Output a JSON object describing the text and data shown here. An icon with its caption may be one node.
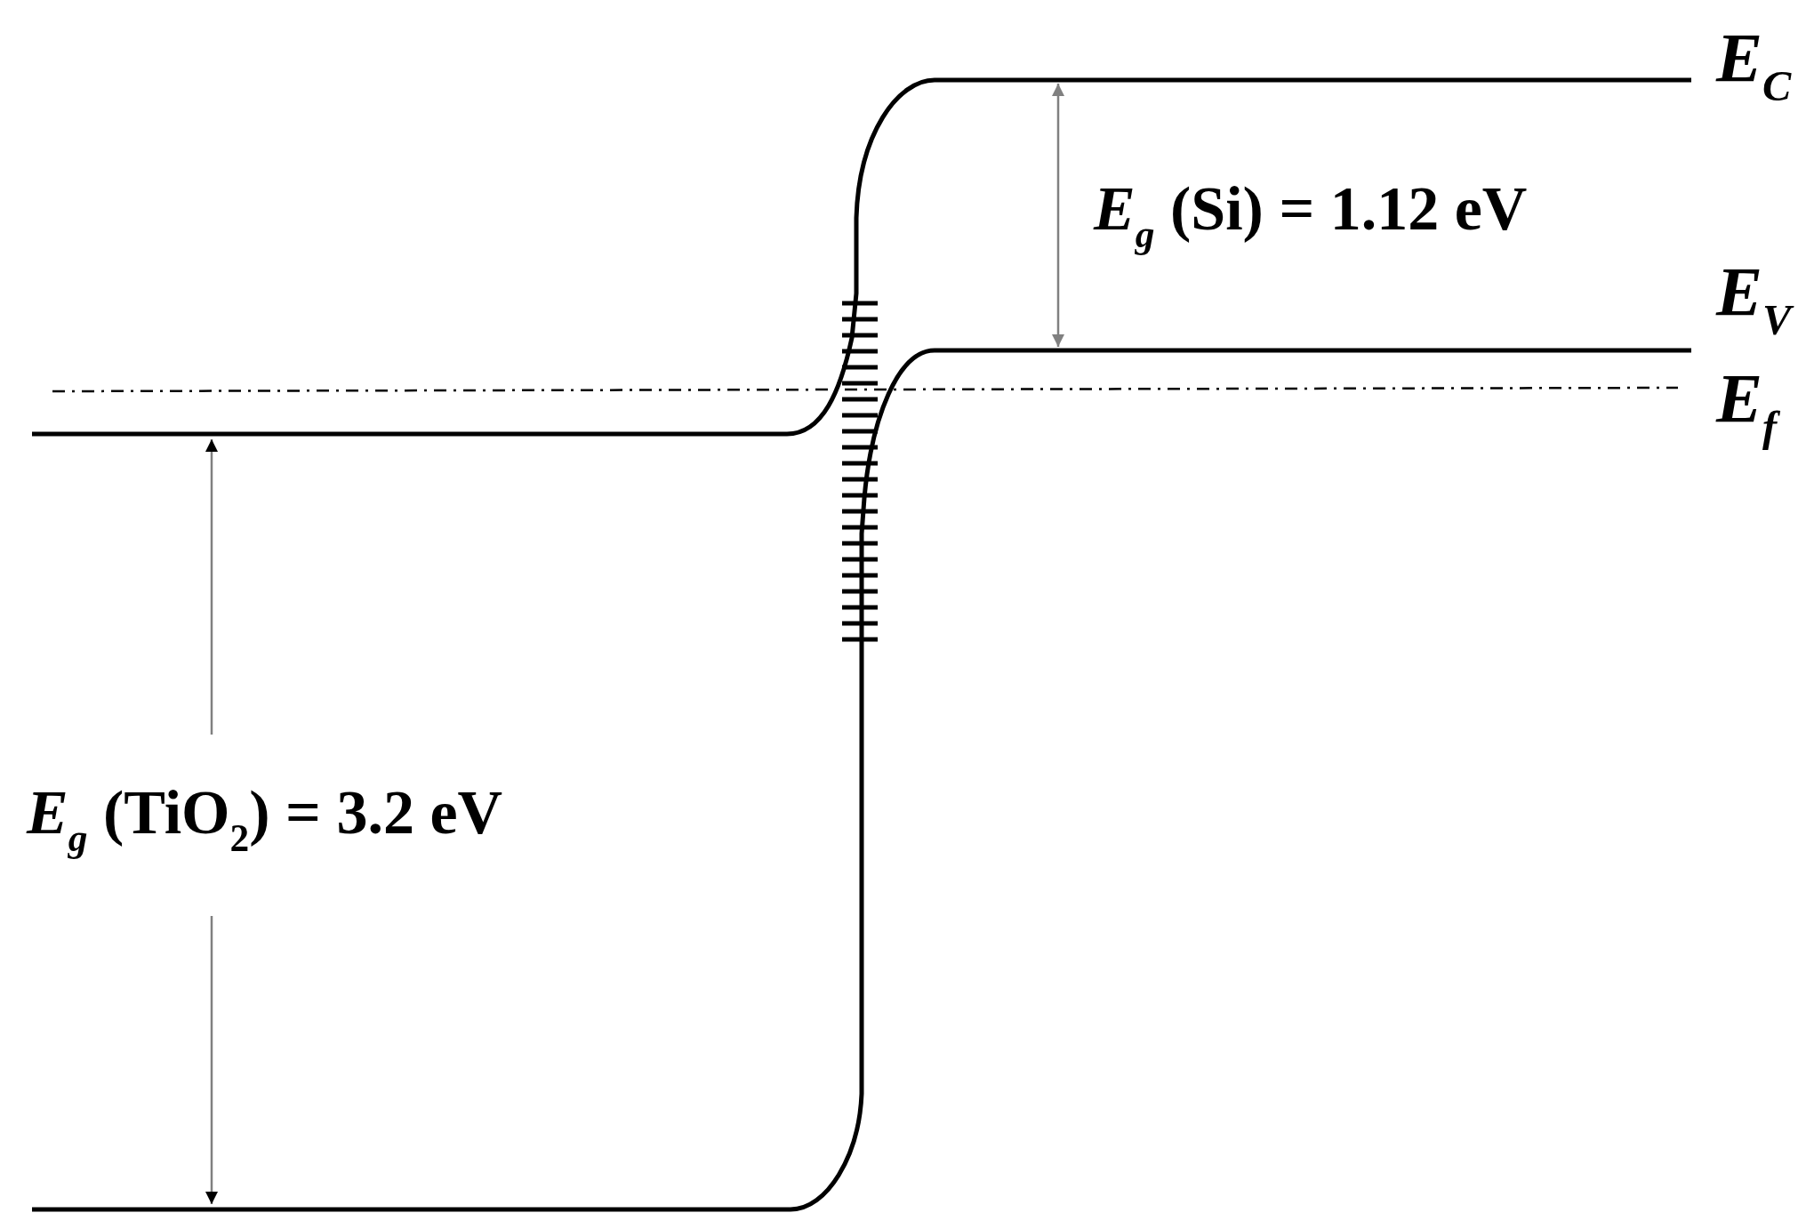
{
  "diagram": {
    "labels": [
      "E$_{C}$",
      "E$_{g}$ (Si) = 1.12 eV",
      "E$_{V}$",
      "E$_{f}$",
      "E$_{g}$ (TiO$_{2}$) = 3.2 eV"
    ]
  }
}
